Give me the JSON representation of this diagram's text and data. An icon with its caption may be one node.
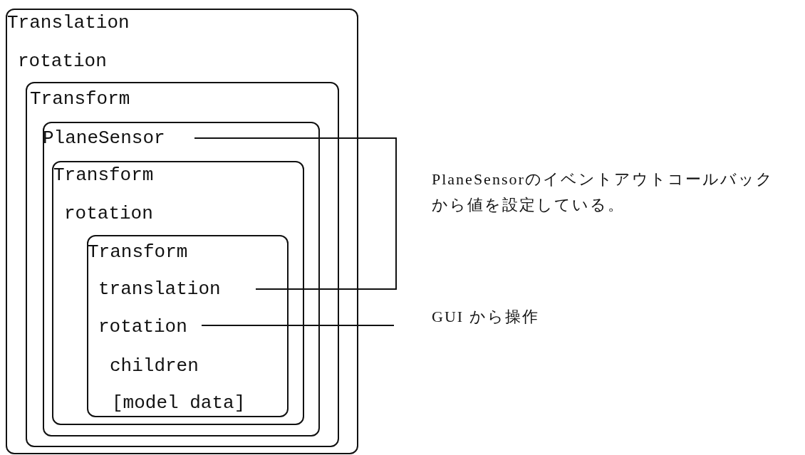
{
  "diagram": {
    "nodes": [
      {
        "text": [
          "Translation",
          "rotation"
        ]
      },
      {
        "text": [
          "Transform"
        ],
        "in": 0
      },
      {
        "text": [],
        "shape": "box",
        "in": 1
      },
      {
        "text": [
          "PlaneSensor"
        ],
        "in": 2
      },
      {
        "text": [
          "Transform",
          "rotation"
        ],
        "in": 2
      },
      {
        "text": [
          "Transform",
          "children",
          "[model data]"
        ],
        "in": 4
      },
      {
        "text": [
          "translation"
        ],
        "in": 5
      },
      {
        "text": [
          "rotation"
        ],
        "in": 5
      },
      {
        "text": [
          "GUI から操作"
        ]
      }
    ],
    "edges": [
      {
        "from": 3,
        "to": 6,
        "arrow": "none"
      },
      {
        "from": 8,
        "to": 7,
        "arrow": "none"
      }
    ],
    "labels": [
      "PlaneSensorのイベントアウトコールバックから値を設定している。"
    ]
  }
}
